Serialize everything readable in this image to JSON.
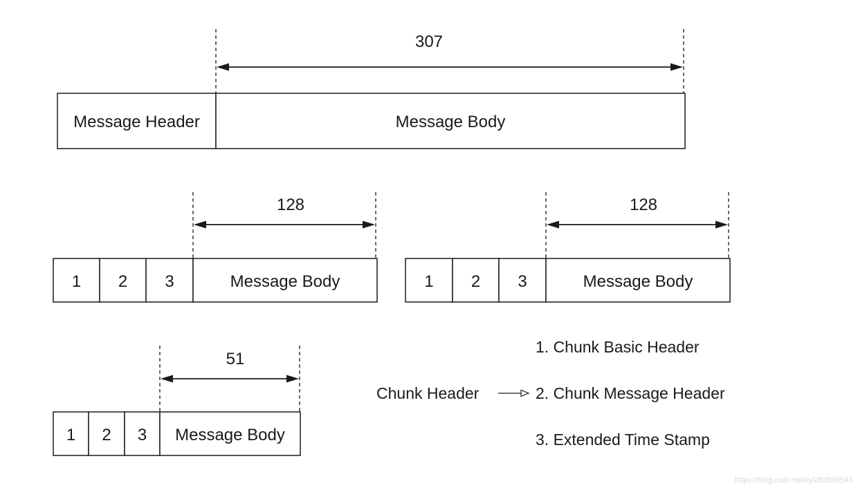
{
  "message": {
    "length_label": "307",
    "header_label": "Message Header",
    "body_label": "Message Body"
  },
  "chunk_a": {
    "length_label": "128",
    "fields": [
      "1",
      "2",
      "3"
    ],
    "body_label": "Message Body"
  },
  "chunk_b": {
    "length_label": "128",
    "fields": [
      "1",
      "2",
      "3"
    ],
    "body_label": "Message Body"
  },
  "chunk_c": {
    "length_label": "51",
    "fields": [
      "1",
      "2",
      "3"
    ],
    "body_label": "Message Body"
  },
  "legend": {
    "group_label": "Chunk Header",
    "items": [
      "1. Chunk Basic Header",
      "2. Chunk Message Header",
      "3. Extended Time Stamp"
    ]
  },
  "watermark": "https://blog.csdn.net/kyl282889543"
}
